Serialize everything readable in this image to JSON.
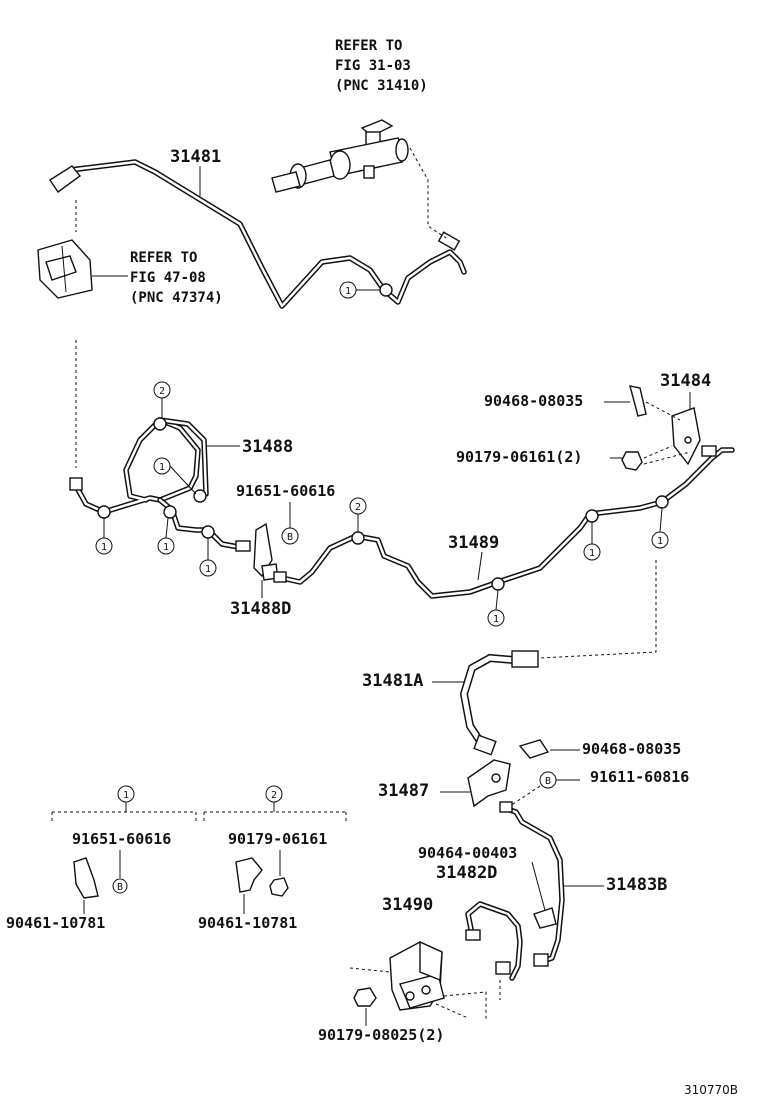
{
  "refs": {
    "master_cylinder": [
      "REFER TO",
      "FIG 31-03",
      "(PNC 31410)"
    ],
    "pedal_bracket": [
      "REFER TO",
      "FIG 47-08",
      "(PNC 47374)"
    ]
  },
  "part_numbers": {
    "p31481": "31481",
    "p31484": "31484",
    "p31488": "31488",
    "p31488d": "31488D",
    "p31489": "31489",
    "p31481a": "31481A",
    "p31487": "31487",
    "p31482d": "31482D",
    "p31483b": "31483B",
    "p31490": "31490",
    "p90468_top": "90468-08035",
    "p90179_06161_2": "90179-06161(2)",
    "p91651_top": "91651-60616",
    "p90468_mid": "90468-08035",
    "p91611": "91611-60816",
    "p90464": "90464-00403",
    "p90179_08025": "90179-08025(2)"
  },
  "callouts": {
    "one": "1",
    "two": "2",
    "b": "B"
  },
  "legend": {
    "group1": {
      "key": "1",
      "part_a": "91651-60616",
      "part_b": "90461-10781",
      "mark": "B"
    },
    "group2": {
      "key": "2",
      "part_a": "90179-06161",
      "part_b": "90461-10781"
    }
  },
  "figure_code": "310770B"
}
